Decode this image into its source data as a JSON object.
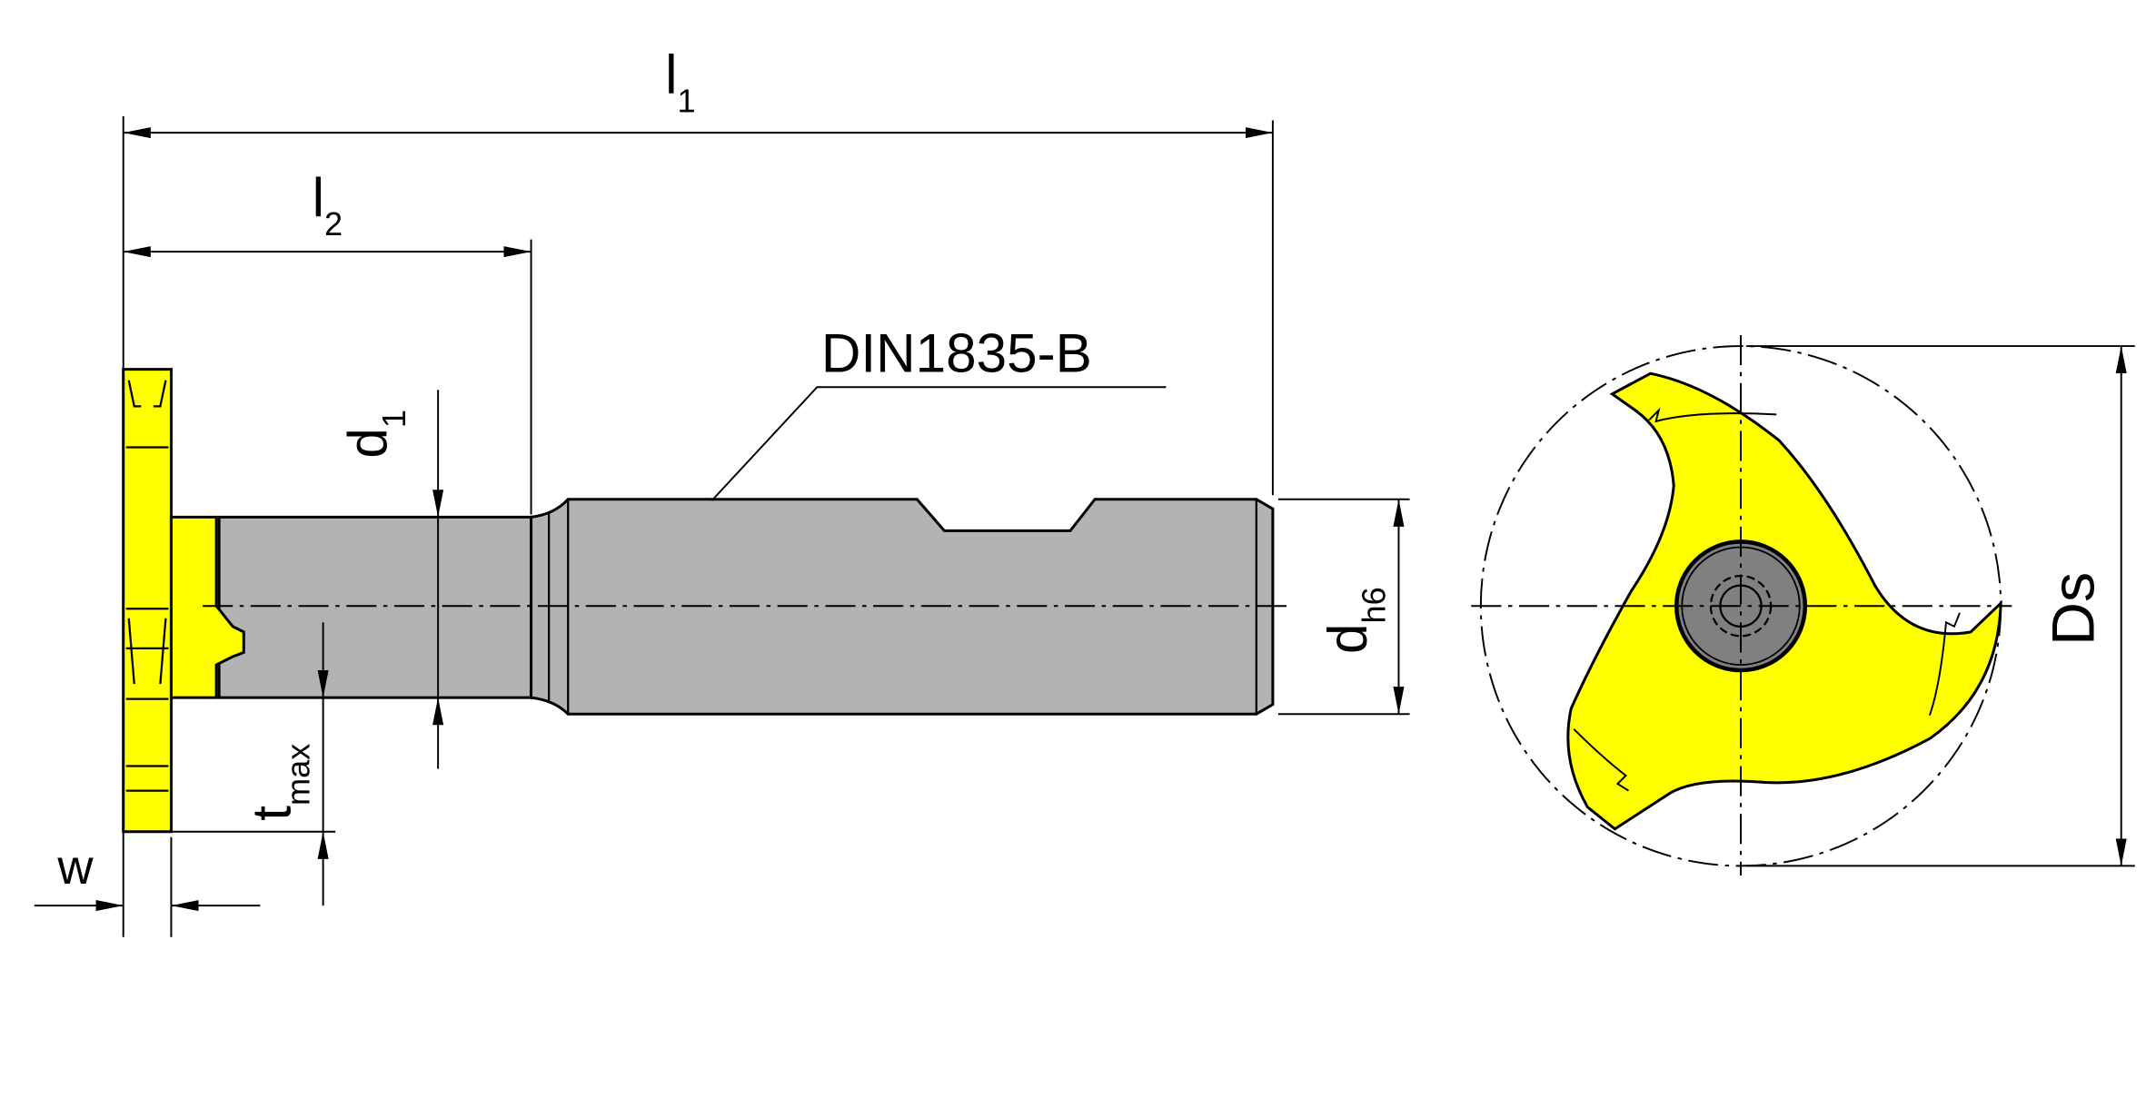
{
  "drawing": {
    "standard_label": "DIN1835-B",
    "dimensions": {
      "l1": {
        "main": "l",
        "sub": "1"
      },
      "l2": {
        "main": "l",
        "sub": "2"
      },
      "d1": {
        "main": "d",
        "sub": "1"
      },
      "dh6": {
        "main": "d",
        "sub": "h6"
      },
      "tmax": {
        "main": "t",
        "sub": "max"
      },
      "w": {
        "main": "w"
      },
      "Ds": {
        "main": "Ds"
      }
    }
  },
  "colors": {
    "insert_yellow": "#ffff00",
    "shank_gray": "#b3b3b3",
    "hub_gray": "#808080"
  }
}
